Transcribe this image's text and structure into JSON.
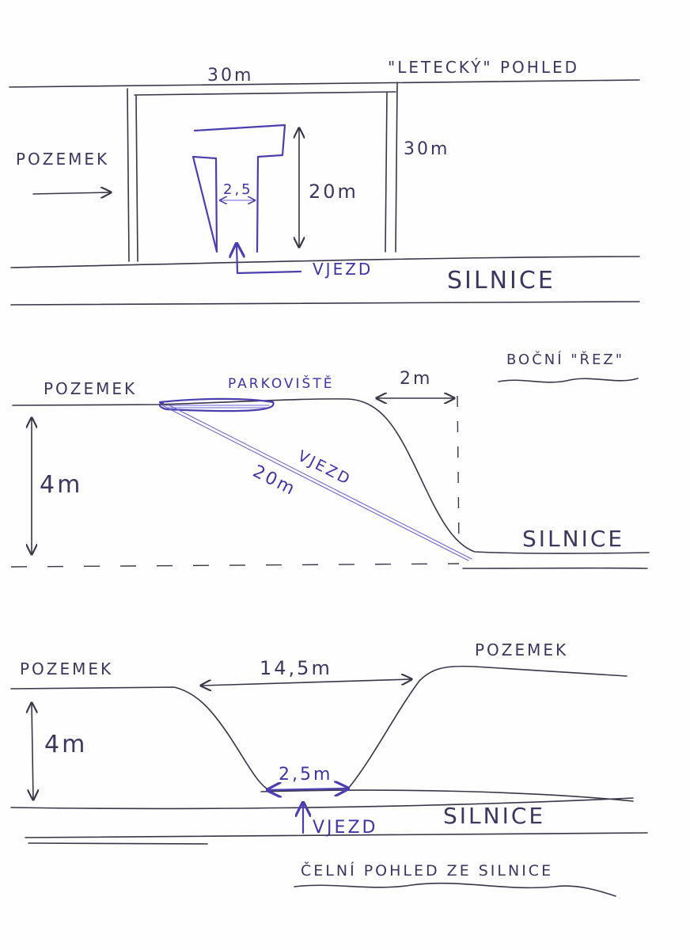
{
  "top_view": {
    "title": "\"LETECKÝ\" POHLED",
    "width_label": "30m",
    "depth_label": "30m",
    "plot_label": "POZEMEK",
    "ramp_width_label": "2,5",
    "ramp_length_label": "20m",
    "entry_label": "VJEZD",
    "road_label": "SILNICE"
  },
  "side_view": {
    "title": "BOČNÍ \"ŘEZ\"",
    "plot_label": "POZEMEK",
    "parking_label": "PARKOVIŠTĚ",
    "offset_label": "2m",
    "height_label": "4m",
    "ramp_label": "VJEZD",
    "ramp_length_label": "20m",
    "road_label": "SILNICE"
  },
  "front_view": {
    "title": "ČELNÍ POHLED ZE SILNICE",
    "plot_left_label": "POZEMEK",
    "plot_right_label": "POZEMEK",
    "top_width_label": "14,5m",
    "bottom_width_label": "2,5m",
    "height_label": "4m",
    "entry_label": "VJEZD",
    "road_label": "SILNICE"
  },
  "colors": {
    "pencil": "#3a3548",
    "ballpoint_blue": "#4b3fb0"
  }
}
